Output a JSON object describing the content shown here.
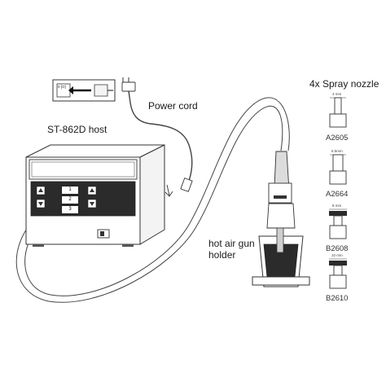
{
  "labels": {
    "host": "ST-862D host",
    "power_cord": "Power cord",
    "gun_holder_line1": "hot air gun",
    "gun_holder_line2": "holder",
    "nozzle_heading": "4x Spray nozzle"
  },
  "nozzles": [
    {
      "model": "A2605",
      "dim": "4 mm"
    },
    {
      "model": "A2664",
      "dim": "6.5mm"
    },
    {
      "model": "B2608",
      "dim": "8 mm"
    },
    {
      "model": "B2610",
      "dim": "10 mm"
    }
  ],
  "panel_buttons": [
    "1",
    "2",
    "3"
  ],
  "power_icon_text": "0 [O]",
  "colors": {
    "line": "#333333",
    "panel": "#2b2b2b",
    "cable": "#555555"
  }
}
